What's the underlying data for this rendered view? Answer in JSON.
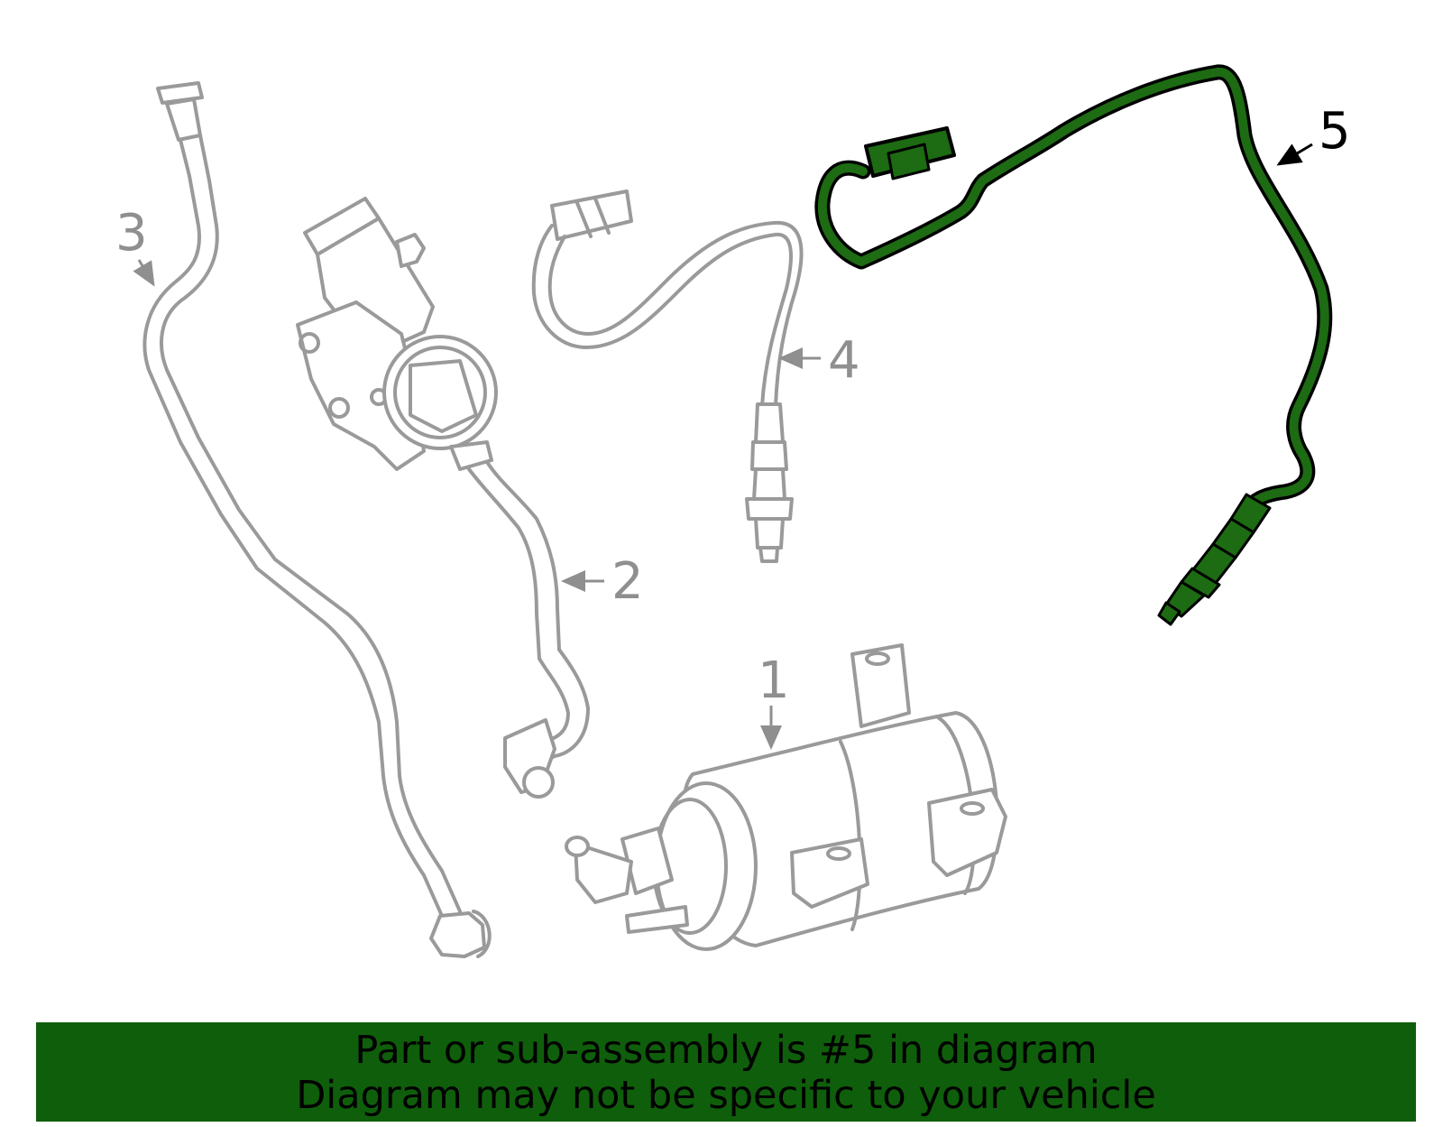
{
  "callouts": {
    "c1": "1",
    "c2": "2",
    "c3": "3",
    "c4": "4",
    "c5": "5"
  },
  "banner": {
    "line1": "Part or sub-assembly is #5 in diagram",
    "line2": "Diagram may not be specific to your vehicle"
  },
  "colors": {
    "highlight_fill": "#1d6b12",
    "highlight_outline": "#000000",
    "parts_gray": "#9a9a9a",
    "banner_bg": "#0f5e0b"
  },
  "highlighted_part": "5"
}
